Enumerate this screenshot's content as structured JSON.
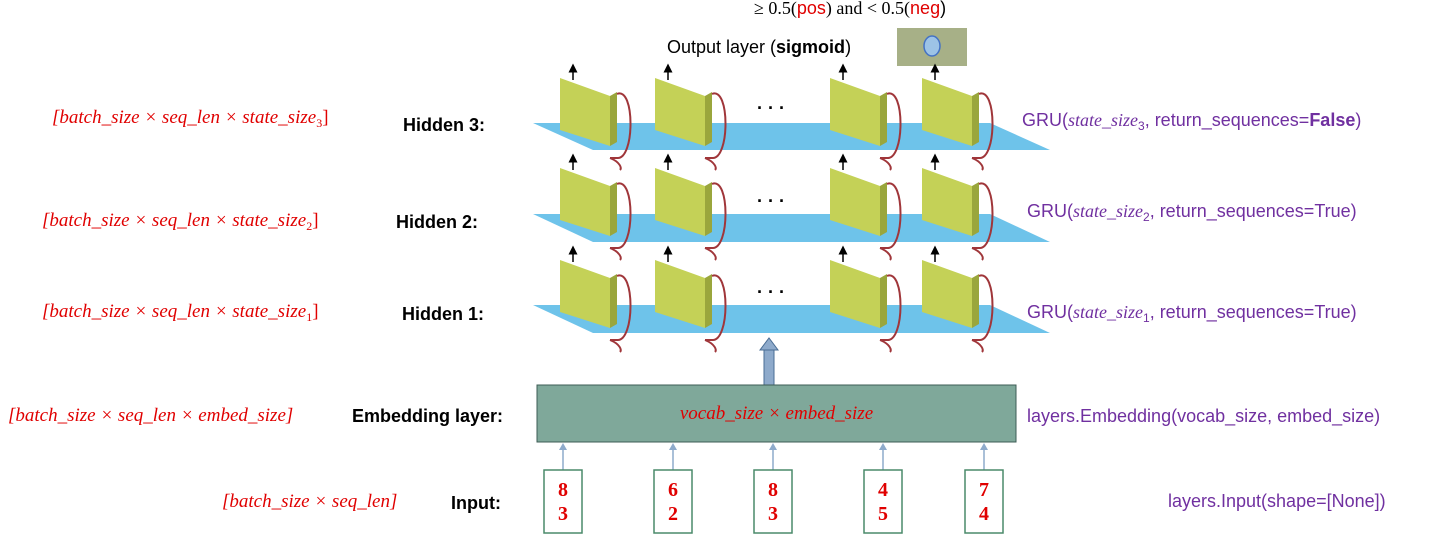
{
  "output": {
    "threshold_pos_prefix": "≥ 0.5(",
    "pos": "pos",
    "threshold_mid": ") and < 0.5(",
    "neg": "neg",
    "threshold_end": ")",
    "caption_prefix": "Output layer (",
    "caption_bold": "sigmoid",
    "caption_suffix": ")"
  },
  "layers": [
    {
      "name": "Hidden 3:",
      "shape": "[batch_size × seq_len × state_size",
      "sub": "3",
      "shape_end": "]",
      "gru_prefix": "GRU(",
      "gru_math": "state_size",
      "gru_sub": "3",
      "gru_mid": ", return_sequences=",
      "gru_value": "False",
      "gru_end": ")"
    },
    {
      "name": "Hidden 2:",
      "shape": "[batch_size × seq_len × state_size",
      "sub": "2",
      "shape_end": "]",
      "gru_prefix": "GRU(",
      "gru_math": "state_size",
      "gru_sub": "2",
      "gru_mid": ", return_sequences=",
      "gru_value": "True",
      "gru_end": ")"
    },
    {
      "name": "Hidden 1:",
      "shape": "[batch_size × seq_len × state_size",
      "sub": "1",
      "shape_end": "]",
      "gru_prefix": "GRU(",
      "gru_math": "state_size",
      "gru_sub": "1",
      "gru_mid": ", return_sequences=",
      "gru_value": "True",
      "gru_end": ")"
    }
  ],
  "ellipsis": "· · ·",
  "embedding": {
    "name": "Embedding layer:",
    "shape": "[batch_size × seq_len × embed_size]",
    "box_text": "vocab_size × embed_size",
    "call": "layers.Embedding(vocab_size, embed_size)"
  },
  "input": {
    "name": "Input:",
    "shape": "[batch_size × seq_len]",
    "call": "layers.Input(shape=[None])",
    "tokens": [
      [
        "8",
        "3"
      ],
      [
        "6",
        "2"
      ],
      [
        "8",
        "3"
      ],
      [
        "4",
        "5"
      ],
      [
        "7",
        "4"
      ]
    ]
  },
  "colors": {
    "plane": "#6ec3ea",
    "cell": "#c4d157",
    "embedding": "#7fa89a",
    "loop": "#a0363a",
    "output_box": "#a7b087",
    "math_red": "#e00000",
    "purple": "#7030a0"
  }
}
